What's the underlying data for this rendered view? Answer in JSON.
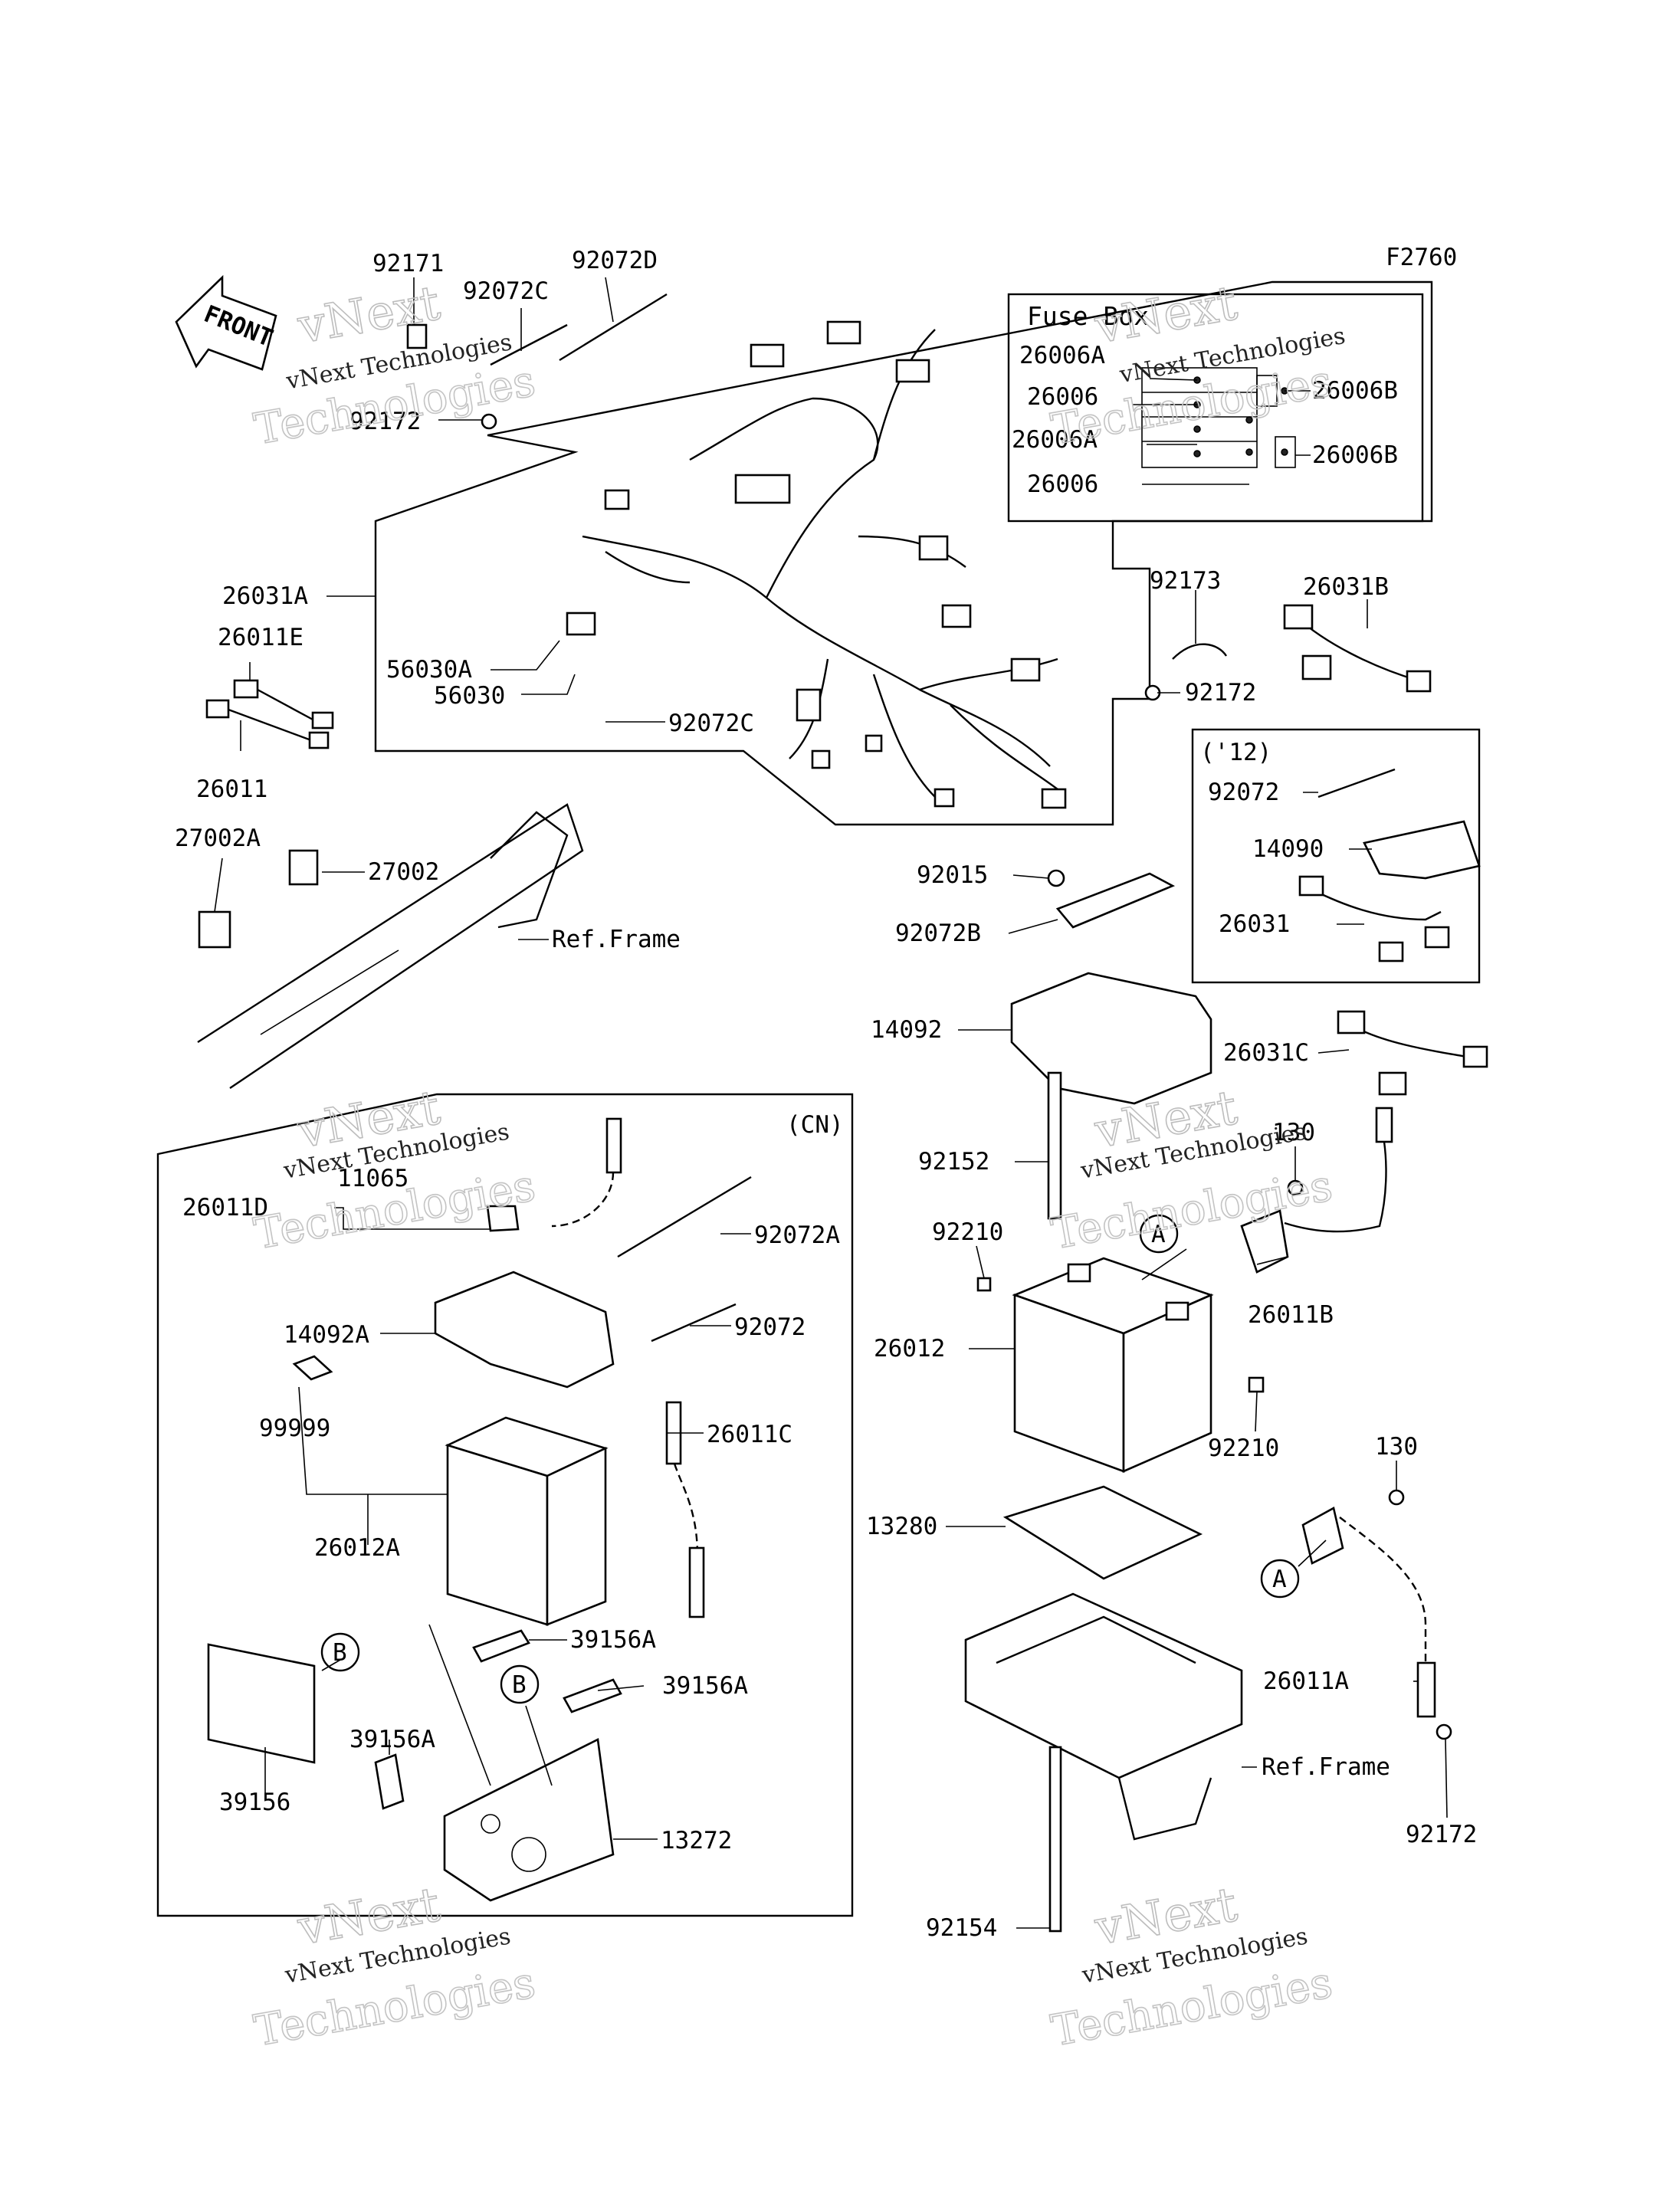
{
  "figure_code": "F2760",
  "front_label": "FRONT",
  "fuse_box": {
    "title": "Fuse Box",
    "labels": [
      "26006A",
      "26006",
      "26006A",
      "26006",
      "26006B",
      "26006B"
    ]
  },
  "year_box": {
    "title": "('12)",
    "labels": [
      "92072",
      "14090",
      "26031"
    ]
  },
  "cn_box": {
    "title": "(CN)",
    "labels": [
      "11065",
      "26011D",
      "92072A",
      "14092A",
      "92072",
      "99999",
      "26011C",
      "26012A",
      "39156A",
      "39156A",
      "39156A",
      "39156",
      "13272"
    ],
    "callouts": [
      "B",
      "B"
    ]
  },
  "harness_labels": [
    "92171",
    "92072C",
    "92072D",
    "92172",
    "26031A",
    "56030A",
    "56030",
    "92072C",
    "26011E",
    "26011",
    "92173",
    "26031B",
    "92172"
  ],
  "frame_labels": [
    "27002A",
    "27002",
    "Ref.Frame"
  ],
  "battery_labels": [
    "92015",
    "92072B",
    "14092",
    "26031C",
    "92152",
    "130",
    "92210",
    "26011B",
    "26012",
    "92210",
    "13280",
    "130",
    "26011A",
    "Ref.Frame",
    "92172",
    "92154"
  ],
  "callouts": [
    "A",
    "A"
  ],
  "watermarks": {
    "text": "vNext Technologies",
    "big_top": "vNext",
    "big_bottom": "Technologies"
  }
}
